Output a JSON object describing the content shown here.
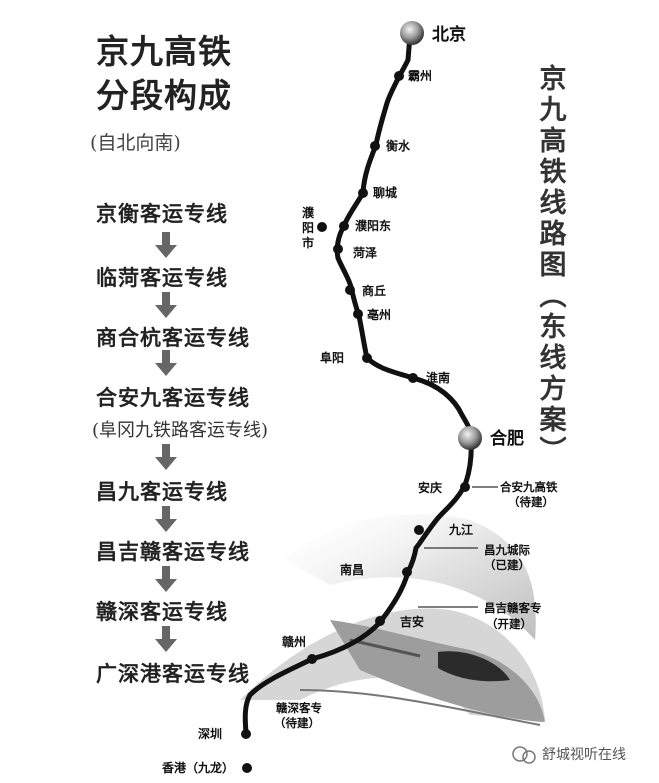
{
  "title_lines": [
    "京九高铁",
    "分段构成"
  ],
  "subtitle": "(自北向南)",
  "segments": [
    "京衡客运专线",
    "临菏客运专线",
    "商合杭客运专线",
    "合安九客运专线",
    "昌九客运专线",
    "昌吉赣客运专线",
    "赣深客运专线",
    "广深港客运专线"
  ],
  "segment_note": "(阜冈九铁路客运专线)",
  "vertical_title": [
    "京",
    "九",
    "高",
    "铁",
    "线",
    "路",
    "图",
    "︵",
    "东",
    "线",
    "方",
    "案",
    "︶"
  ],
  "stations": {
    "beijing": "北京",
    "bazhou": "霸州",
    "hengshui": "衡水",
    "liaocheng": "聊城",
    "puyang_city": "濮阳市",
    "puyang_east": "濮阳东",
    "heze": "菏泽",
    "shangqiu": "商丘",
    "bozhou": "亳州",
    "fuyang": "阜阳",
    "huainan": "淮南",
    "hefei": "合肥",
    "anqing": "安庆",
    "jiujiang": "九江",
    "nanchang": "南昌",
    "jian": "吉安",
    "ganzhou": "赣州",
    "shenzhen": "深圳",
    "hongkong": "香港（九龙）"
  },
  "notes": {
    "hean": [
      "合安九高铁",
      "（待建）"
    ],
    "changjiu": [
      "昌九城际",
      "（已建）"
    ],
    "changjigan": [
      "昌吉赣客专",
      "（开建）"
    ],
    "ganshen": [
      "赣深客专",
      "（待建）"
    ]
  },
  "watermark": "舒城视听在线",
  "colors": {
    "line": "#111111",
    "text": "#222222",
    "train": "#d9d9d9"
  }
}
